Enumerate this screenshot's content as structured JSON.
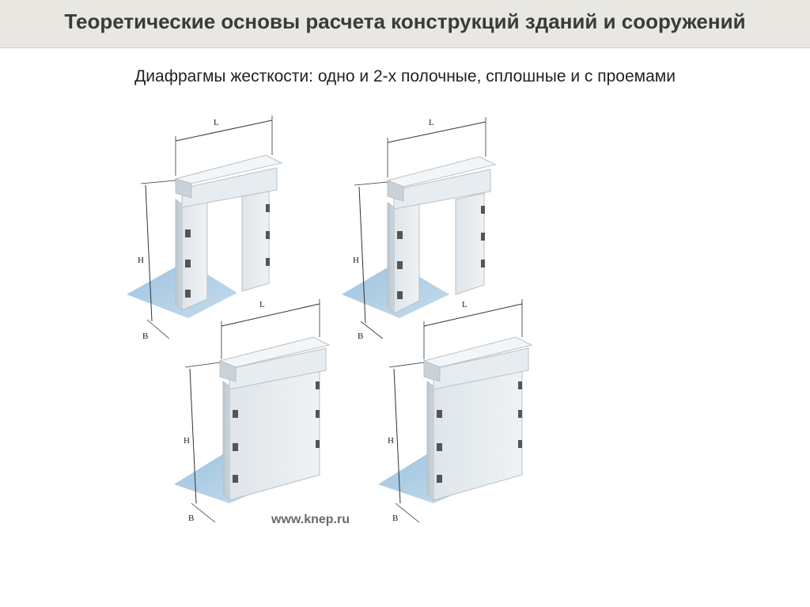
{
  "slide": {
    "title": "Теоретические основы расчета конструкций зданий и сооружений",
    "subtitle": "Диафрагмы жесткости: одно и 2-х полочные, сплошные и с проемами"
  },
  "figure": {
    "dimension_labels": {
      "length": "L",
      "height": "H",
      "width": "B"
    },
    "watermark": "www.knep.ru",
    "panels": [
      {
        "type": "with-opening"
      },
      {
        "type": "with-opening"
      },
      {
        "type": "solid"
      },
      {
        "type": "solid"
      }
    ]
  },
  "colors": {
    "header_bg": "#e9e7e2",
    "concrete_front": "#e2e8ec",
    "concrete_side": "#c6d0d7",
    "shadow": "#a9cbe3"
  }
}
